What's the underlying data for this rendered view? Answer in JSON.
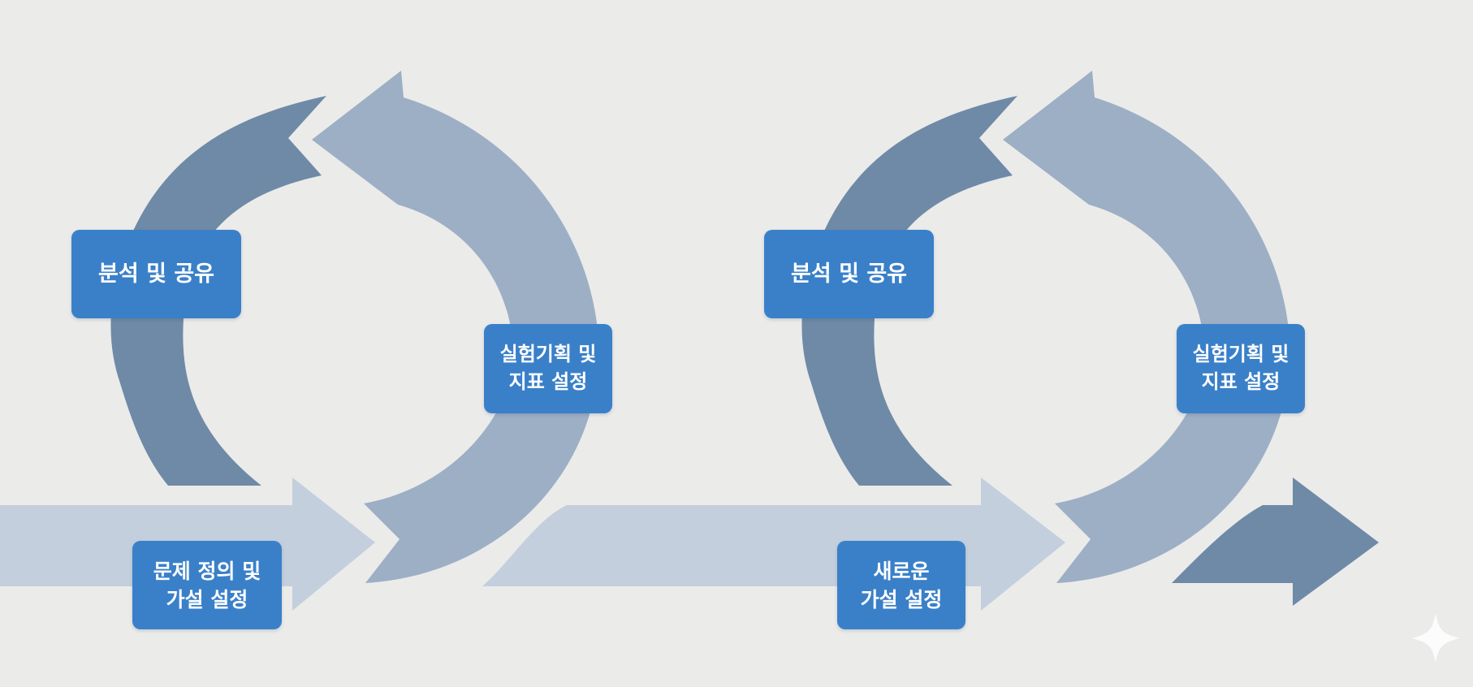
{
  "cycles": [
    {
      "labels": {
        "analysis": "분석 및 공유",
        "experiment_line1": "실험기획 및",
        "experiment_line2": "지표 설정",
        "problem_line1": "문제 정의 및",
        "problem_line2": "가설 설정"
      }
    },
    {
      "labels": {
        "analysis": "분석 및 공유",
        "experiment_line1": "실험기획 및",
        "experiment_line2": "지표 설정",
        "new_line1": "새로운",
        "new_line2": "가설 설정"
      }
    }
  ],
  "icons": [
    "sparkle-icon"
  ],
  "colors": {
    "background": "#ebebea",
    "arrow_dark": "#6f8aa6",
    "arrow_mid": "#9dafc5",
    "arrow_light": "#c3cfdc",
    "label_box": "#3a80c9",
    "label_text": "#ffffff"
  }
}
